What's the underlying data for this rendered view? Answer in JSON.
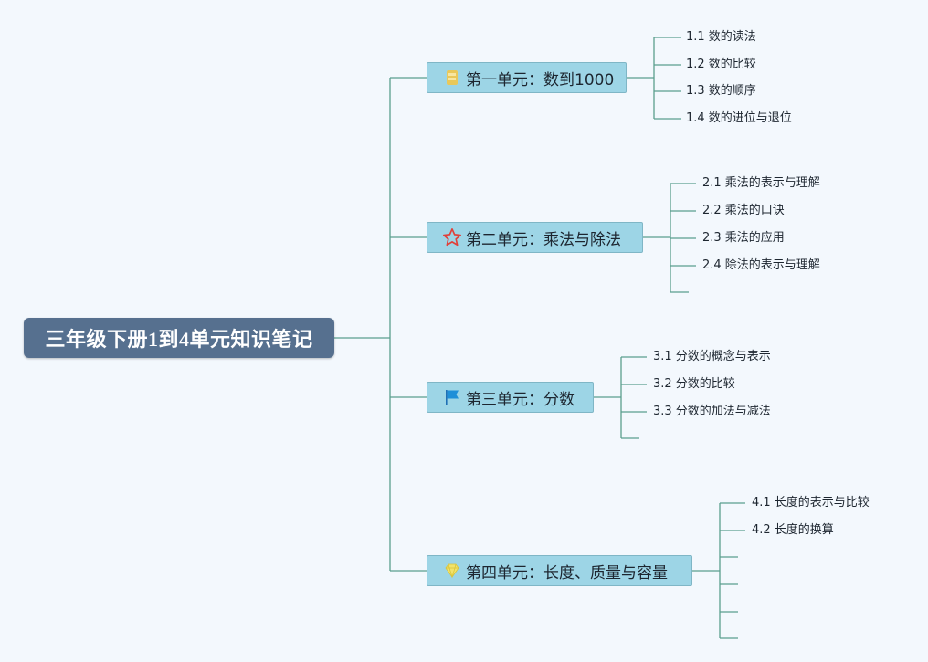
{
  "root": {
    "title": "三年级下册1到4单元知识笔记"
  },
  "units": [
    {
      "label": "第一单元：数到1000",
      "icon": "medal-icon",
      "items": [
        "1.1 数的读法",
        "1.2 数的比较",
        "1.3 数的顺序",
        "1.4 数的进位与退位"
      ]
    },
    {
      "label": "第二单元：乘法与除法",
      "icon": "star-icon",
      "items": [
        "2.1 乘法的表示与理解",
        "2.2 乘法的口诀",
        "2.3 乘法的应用",
        "2.4 除法的表示与理解",
        ""
      ]
    },
    {
      "label": "第三单元：分数",
      "icon": "flag-icon",
      "items": [
        "3.1 分数的概念与表示",
        "3.2 分数的比较",
        "3.3 分数的加法与减法",
        ""
      ]
    },
    {
      "label": "第四单元：长度、质量与容量",
      "icon": "diamond-icon",
      "items": [
        "4.1 长度的表示与比较",
        "4.2 长度的换算",
        "",
        "",
        "",
        ""
      ]
    }
  ],
  "colors": {
    "line": "#5a9e8e",
    "root_bg": "#56708f",
    "unit_bg": "#9dd5e6"
  }
}
